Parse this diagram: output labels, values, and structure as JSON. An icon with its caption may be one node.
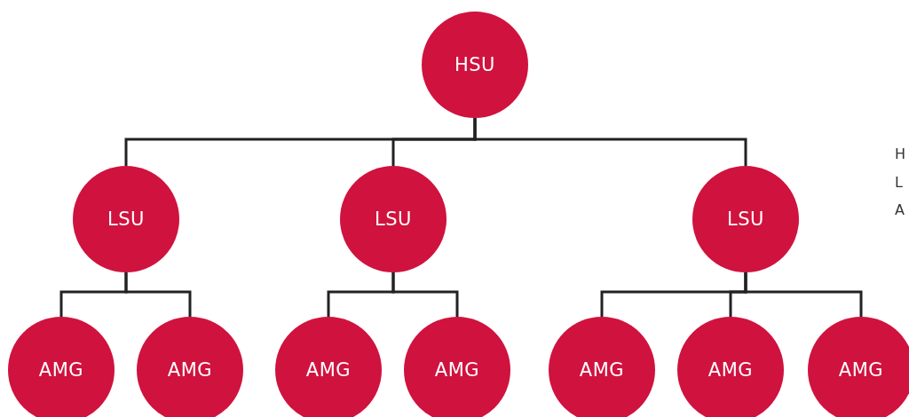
{
  "diagram": {
    "nodes": [
      {
        "text": [
          "HSU"
        ]
      },
      {
        "text": [
          "LSU"
        ]
      },
      {
        "text": [
          "LSU"
        ]
      },
      {
        "text": [
          "LSU"
        ]
      },
      {
        "text": [
          "AMG"
        ]
      },
      {
        "text": [
          "AMG"
        ]
      },
      {
        "text": [
          "AMG"
        ]
      },
      {
        "text": [
          "AMG"
        ]
      },
      {
        "text": [
          "AMG"
        ]
      },
      {
        "text": [
          "AMG"
        ]
      },
      {
        "text": [
          "AMG"
        ]
      }
    ],
    "edges": [
      {
        "from": 0,
        "to": 1,
        "arrow": "none"
      },
      {
        "from": 0,
        "to": 2,
        "arrow": "none"
      },
      {
        "from": 0,
        "to": 3,
        "arrow": "none"
      },
      {
        "from": 1,
        "to": 4,
        "arrow": "none"
      },
      {
        "from": 1,
        "to": 5,
        "arrow": "none"
      },
      {
        "from": 2,
        "to": 6,
        "arrow": "none"
      },
      {
        "from": 2,
        "to": 7,
        "arrow": "none"
      },
      {
        "from": 3,
        "to": 8,
        "arrow": "none"
      },
      {
        "from": 3,
        "to": 9,
        "arrow": "none"
      },
      {
        "from": 3,
        "to": 10,
        "arrow": "none"
      }
    ],
    "labels": [
      "H",
      "L",
      "A"
    ]
  }
}
